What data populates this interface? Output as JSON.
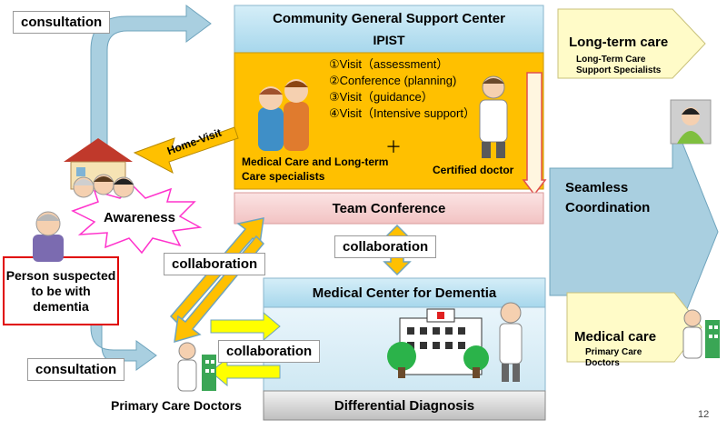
{
  "labels": {
    "consultation_top": "consultation",
    "consultation_bottom": "consultation",
    "home_visit": "Home-Visit",
    "awareness": "Awareness",
    "person": "Person suspected to be with dementia",
    "collaboration_left": "collaboration",
    "collaboration_mid": "collaboration",
    "collaboration_bottom": "collaboration",
    "primary_care_doctors": "Primary Care Doctors",
    "seamless": "Seamless Coordination",
    "page_number": "12"
  },
  "support_center": {
    "title": "Community General Support Center",
    "subtitle": "IPIST",
    "steps": [
      "①Visit（assessment）",
      "②Conference (planning)",
      "③Visit（guidance）",
      "④Visit（Intensive support）"
    ],
    "plus": "＋",
    "medical_specialists": "Medical Care and Long-term Care specialists",
    "certified_doctor": "Certified doctor"
  },
  "team_conference": "Team Conference",
  "dementia_center": {
    "title": "Medical Center for Dementia",
    "differential": "Differential Diagnosis"
  },
  "long_term_care": {
    "title": "Long-term care",
    "sub": "Long-Term Care Support Specialists"
  },
  "medical_care": {
    "title": "Medical care",
    "sub": "Primary Care Doctors"
  },
  "colors": {
    "light_blue": "#c5e6f3",
    "orange": "#ffc000",
    "pink": "#f8d4d4",
    "pale_yellow": "#fffbc8",
    "arrow_blue": "#a9cfe0",
    "arrow_yellow": "#ffff00",
    "red_border": "#e00000"
  }
}
